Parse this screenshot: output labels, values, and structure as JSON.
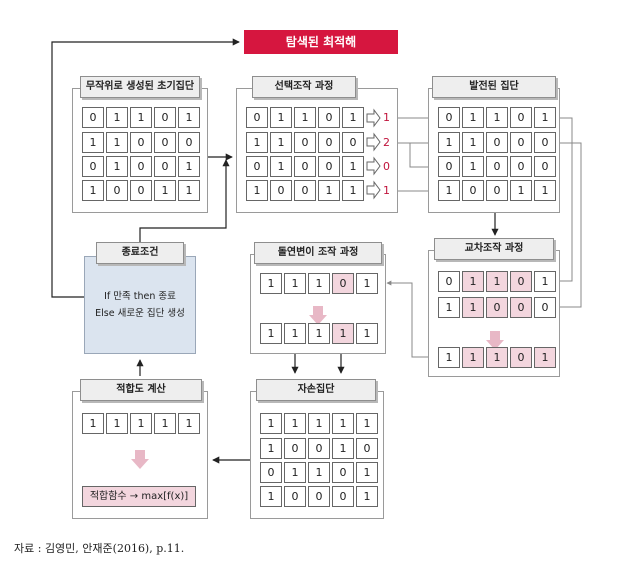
{
  "title": "탐색된 최적해",
  "initial_population": {
    "label": "무작위로 생성된 초기집단",
    "rows": [
      [
        "0",
        "1",
        "1",
        "0",
        "1"
      ],
      [
        "1",
        "1",
        "0",
        "0",
        "0"
      ],
      [
        "0",
        "1",
        "0",
        "0",
        "1"
      ],
      [
        "1",
        "0",
        "0",
        "1",
        "1"
      ]
    ]
  },
  "selection": {
    "label": "선택조작 과정",
    "rows": [
      [
        "0",
        "1",
        "1",
        "0",
        "1"
      ],
      [
        "1",
        "1",
        "0",
        "0",
        "0"
      ],
      [
        "0",
        "1",
        "0",
        "0",
        "1"
      ],
      [
        "1",
        "0",
        "0",
        "1",
        "1"
      ]
    ],
    "counts": [
      "1",
      "2",
      "0",
      "1"
    ]
  },
  "developed_population": {
    "label": "발전된 집단",
    "rows": [
      [
        "0",
        "1",
        "1",
        "0",
        "1"
      ],
      [
        "1",
        "1",
        "0",
        "0",
        "0"
      ],
      [
        "0",
        "1",
        "0",
        "0",
        "0"
      ],
      [
        "1",
        "0",
        "0",
        "1",
        "1"
      ]
    ]
  },
  "crossover": {
    "label": "교차조작 과정",
    "rows": [
      [
        "0",
        "1",
        "1",
        "0",
        "1"
      ],
      [
        "1",
        "1",
        "0",
        "0",
        "0"
      ]
    ],
    "result": [
      "1",
      "1",
      "1",
      "0",
      "1"
    ]
  },
  "mutation": {
    "label": "돌연변이 조작 과정",
    "before": [
      "1",
      "1",
      "1",
      "0",
      "1"
    ],
    "after": [
      "1",
      "1",
      "1",
      "1",
      "1"
    ]
  },
  "offspring": {
    "label": "자손집단",
    "rows": [
      [
        "1",
        "1",
        "1",
        "1",
        "1"
      ],
      [
        "1",
        "0",
        "0",
        "1",
        "0"
      ],
      [
        "0",
        "1",
        "1",
        "0",
        "1"
      ],
      [
        "1",
        "0",
        "0",
        "0",
        "1"
      ]
    ]
  },
  "fitness": {
    "label": "적합도 계산",
    "row": [
      "1",
      "1",
      "1",
      "1",
      "1"
    ],
    "function": "적합함수 → max[f(x)]"
  },
  "termination": {
    "label": "종료조건",
    "line1": "If 만족 then 종료",
    "line2": "Else 새로운 집단 생성"
  },
  "source": "자료 : 김영민, 안재준(2016), p.11."
}
